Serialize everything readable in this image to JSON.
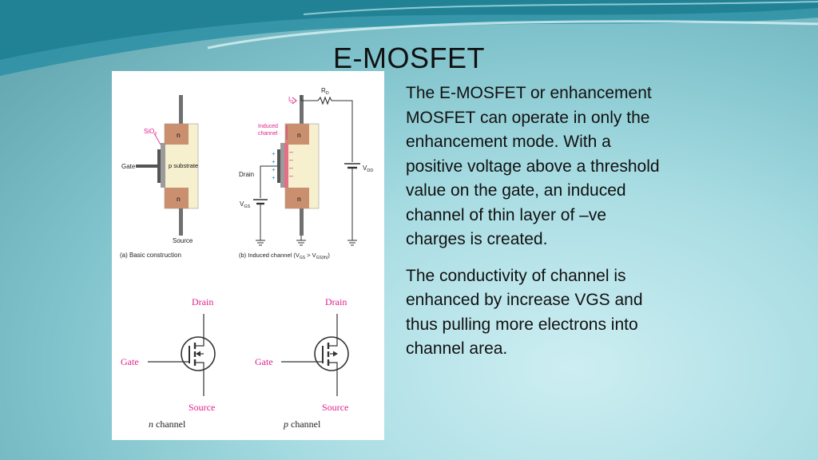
{
  "slide": {
    "title": "E-MOSFET",
    "paragraphs": [
      "The E-MOSFET or enhancement MOSFET can operate in only the enhancement mode. With a positive voltage above a threshold value on the gate, an induced channel of thin layer of –ve charges is created.",
      "The conductivity of channel is enhanced by increase VGS and thus pulling more electrons into channel area."
    ]
  },
  "figure_a": {
    "sio2": "SiO",
    "sio2_sub": "2",
    "gate": "Gate",
    "n_top": "n",
    "substrate": "p substrate",
    "n_bottom": "n",
    "source": "Source",
    "caption": "(a) Basic construction"
  },
  "figure_b": {
    "induced_1": "Induced",
    "induced_2": "channel",
    "id_label": "I",
    "id_sub": "D",
    "rd_label": "R",
    "rd_sub": "D",
    "n_top": "n",
    "n_bottom": "n",
    "drain": "Drain",
    "vgs_label": "V",
    "vgs_sub": "GS",
    "vdd_label": "V",
    "vdd_sub": "DD",
    "caption_pre": "(b) Induced channel (V",
    "caption_sub1": "GS",
    "caption_mid": " > V",
    "caption_sub2": "GS(th)",
    "caption_post": ")"
  },
  "symbols": {
    "n_drain": "Drain",
    "n_gate": "Gate",
    "n_source": "Source",
    "n_caption_var": "n",
    "n_caption_word": " channel",
    "p_drain": "Drain",
    "p_gate": "Gate",
    "p_source": "Source",
    "p_caption_var": "p",
    "p_caption_word": " channel"
  },
  "colors": {
    "accent_label": "#e0208a",
    "n_region": "#c98f6e",
    "substrate": "#f6f0cf",
    "channel": "#e46f86"
  }
}
